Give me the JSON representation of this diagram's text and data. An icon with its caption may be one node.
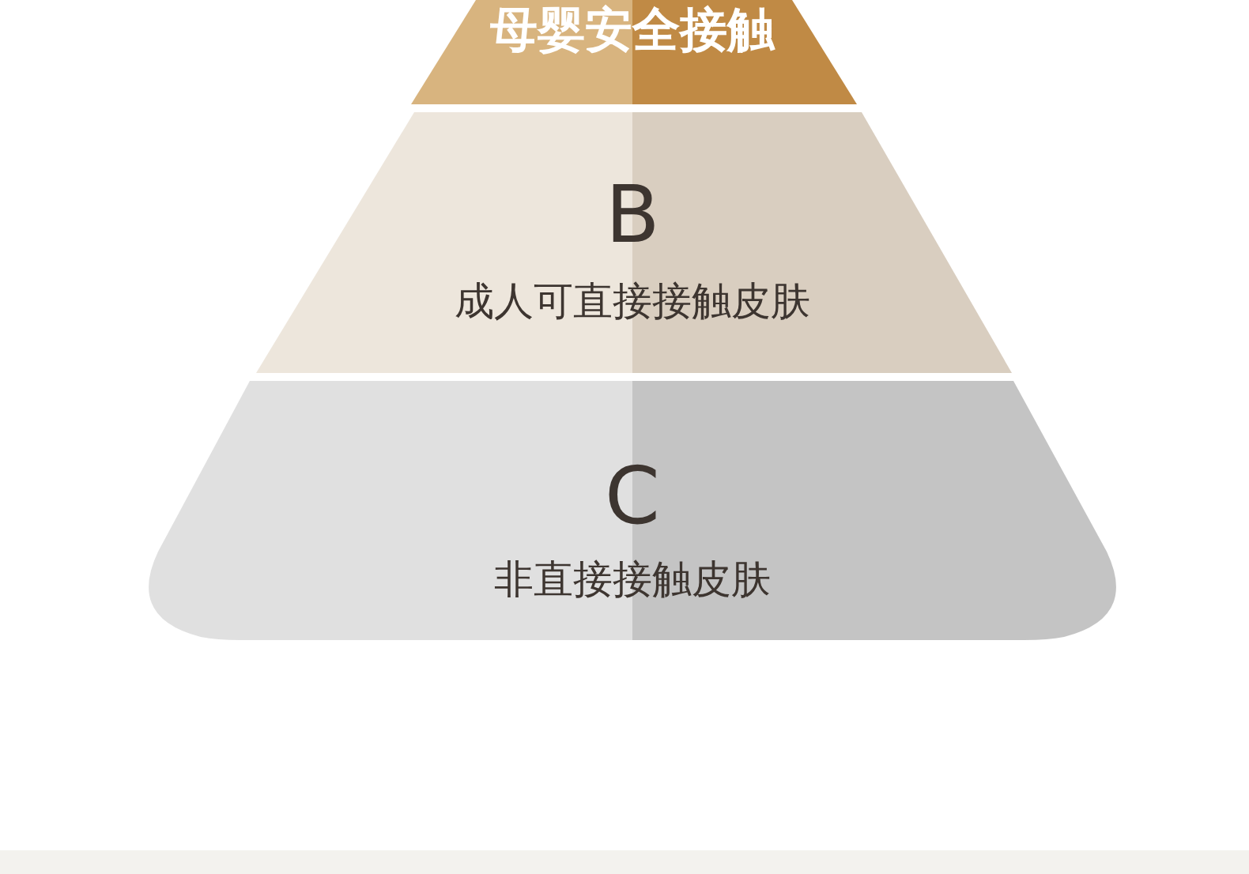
{
  "diagram": {
    "nodes": [
      {
        "text": [
          "母婴安全接触"
        ]
      },
      {
        "text": [
          "B",
          "成人可直接接触皮肤"
        ]
      },
      {
        "text": [
          "C",
          "非直接接触皮肤"
        ]
      }
    ]
  }
}
